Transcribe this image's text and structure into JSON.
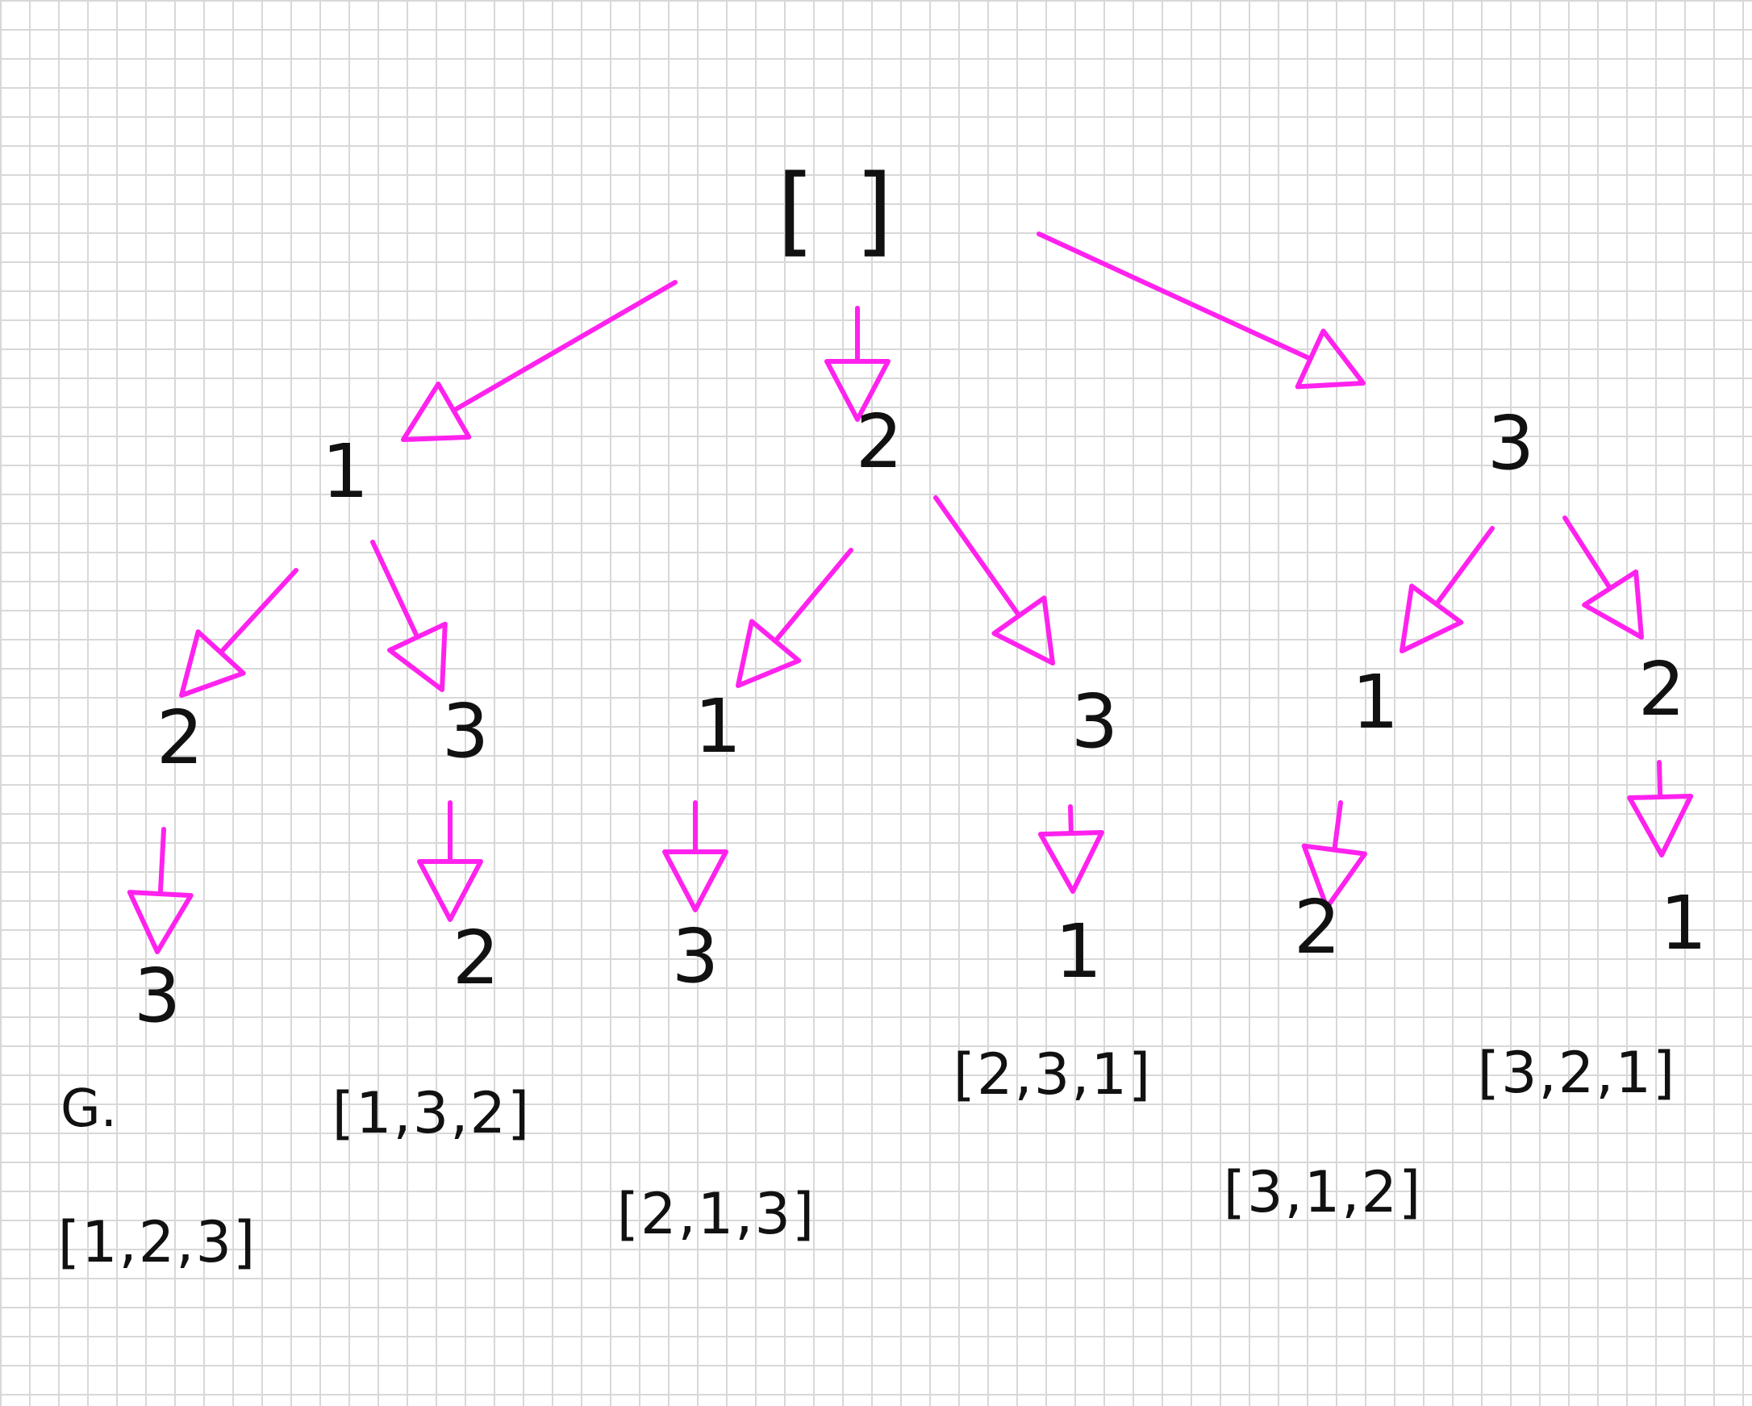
{
  "colors": {
    "edge": "#ff22ee",
    "ink": "#111111",
    "grid": "#d8d8d8"
  },
  "root": "[  ]",
  "level1": [
    "1",
    "2",
    "3"
  ],
  "level2": [
    "2",
    "3",
    "1",
    "3",
    "1",
    "2"
  ],
  "level3": [
    "3",
    "2",
    "3",
    "1",
    "2",
    "1"
  ],
  "results": [
    "[1,2,3]",
    "[1,3,2]",
    "[2,1,3]",
    "[2,3,1]",
    "[3,1,2]",
    "[3,2,1]"
  ],
  "note": "G."
}
